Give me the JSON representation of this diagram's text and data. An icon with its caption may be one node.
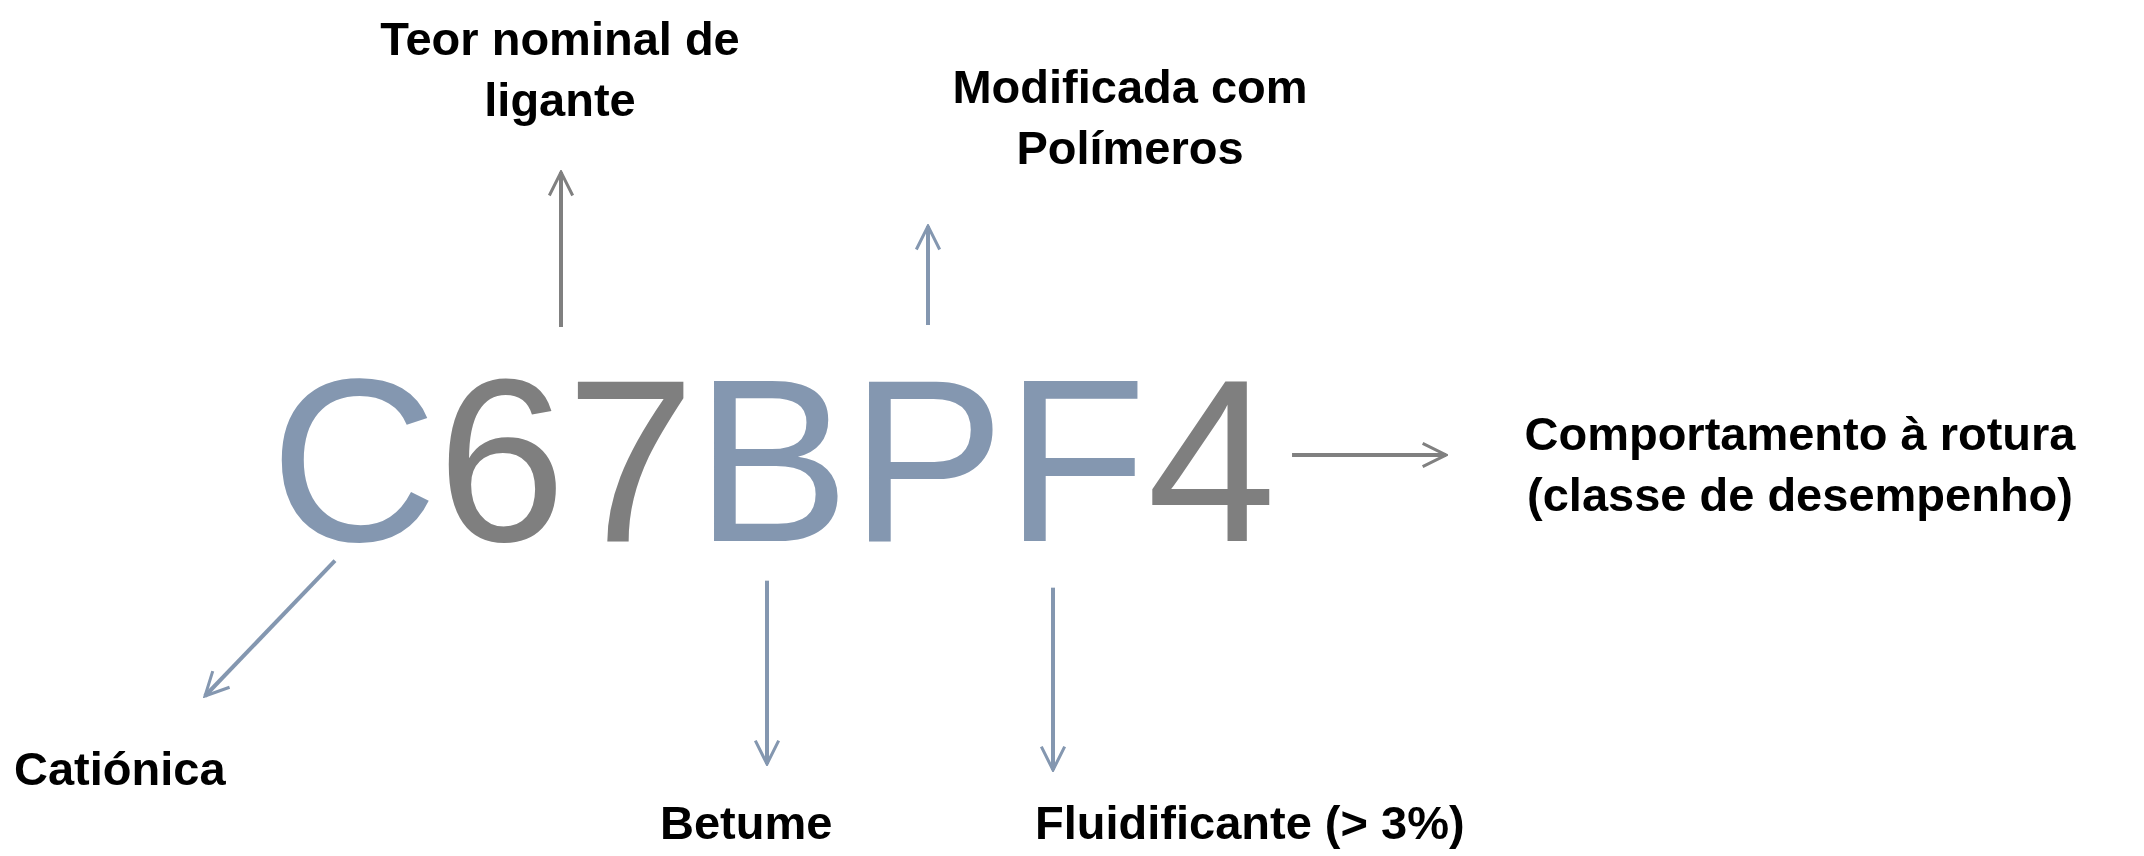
{
  "diagram": {
    "nodes": [
      {
        "text": [
          "Teor nominal de ligante"
        ]
      },
      {
        "text": [
          "Modificada com Polímeros"
        ]
      },
      {
        "text": [
          "C"
        ]
      },
      {
        "text": [
          "67"
        ]
      },
      {
        "text": [
          "B"
        ]
      },
      {
        "text": [
          "P"
        ]
      },
      {
        "text": [
          "F"
        ]
      },
      {
        "text": [
          "4"
        ]
      },
      {
        "text": [
          "Comportamento à rotura (classe de desempenho)"
        ]
      },
      {
        "text": [
          "Catiónica"
        ]
      },
      {
        "text": [
          "Betume"
        ]
      },
      {
        "text": [
          "Fluidificante (> 3%)"
        ]
      }
    ],
    "edges": [
      {
        "from": 2,
        "to": 9,
        "arrow": "to"
      },
      {
        "from": 3,
        "to": 0,
        "arrow": "to",
        "color": "#808080"
      },
      {
        "from": 4,
        "to": 10,
        "arrow": "to"
      },
      {
        "from": 5,
        "to": 1,
        "arrow": "to"
      },
      {
        "from": 6,
        "to": 11,
        "arrow": "to"
      },
      {
        "from": 7,
        "to": 8,
        "arrow": "to",
        "color": "#808080"
      }
    ]
  }
}
